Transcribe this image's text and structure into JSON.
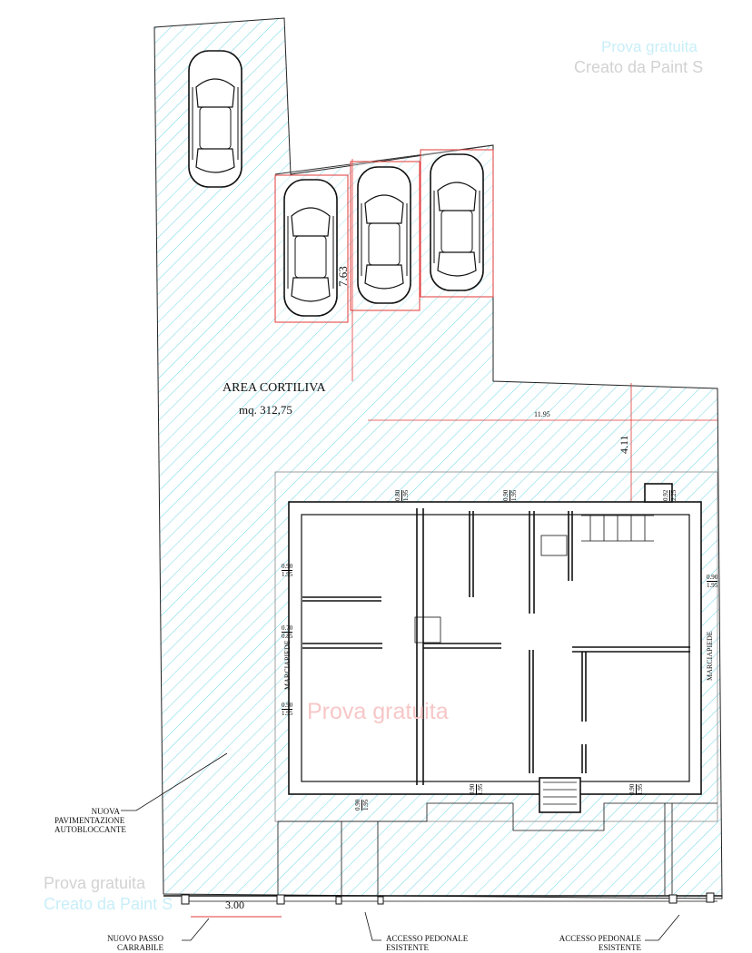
{
  "watermarks": {
    "top_line1": "Prova gratuita",
    "top_line2": "Creato da Paint S",
    "center": "Prova gratuita",
    "bottom_line1": "Prova gratuita",
    "bottom_line2": "Creato da Paint S"
  },
  "area": {
    "title": "AREA CORTILIVA",
    "surface": "mq. 312,75"
  },
  "dimensions": {
    "parking_depth": "7.63",
    "width": "11.95",
    "offset": "4.11",
    "driveway": "3.00"
  },
  "openings": [
    {
      "w": "0.80",
      "h": "1.95"
    },
    {
      "w": "0.90",
      "h": "1.95"
    },
    {
      "w": "0.92",
      "h": "2.25"
    },
    {
      "w": "0.90",
      "h": "1.95"
    },
    {
      "w": "0.70",
      "h": "0.85"
    },
    {
      "w": "0.90",
      "h": "1.95"
    },
    {
      "w": "0.90",
      "h": "1.95"
    },
    {
      "w": "0.90",
      "h": "1.95"
    },
    {
      "w": "0.90",
      "h": "1.95"
    },
    {
      "w": "0.90",
      "h": "1.95"
    }
  ],
  "side_labels": {
    "left": "MARCIAPIEDE",
    "right": "MARCIAPIEDE"
  },
  "notes": {
    "paving_1": "NUOVA",
    "paving_2": "PAVIMENTAZIONE",
    "paving_3": "AUTOBLOCCANTE",
    "driveway_1": "NUOVO PASSO",
    "driveway_2": "CARRABILE",
    "ped1_1": "ACCESSO PEDONALE",
    "ped1_2": "ESISTENTE",
    "ped2_1": "ACCESSO PEDONALE",
    "ped2_2": "ESISTENTE"
  },
  "colors": {
    "hatch": "#5fd3e3",
    "parking": "#e23a3a",
    "wall": "#111111"
  }
}
